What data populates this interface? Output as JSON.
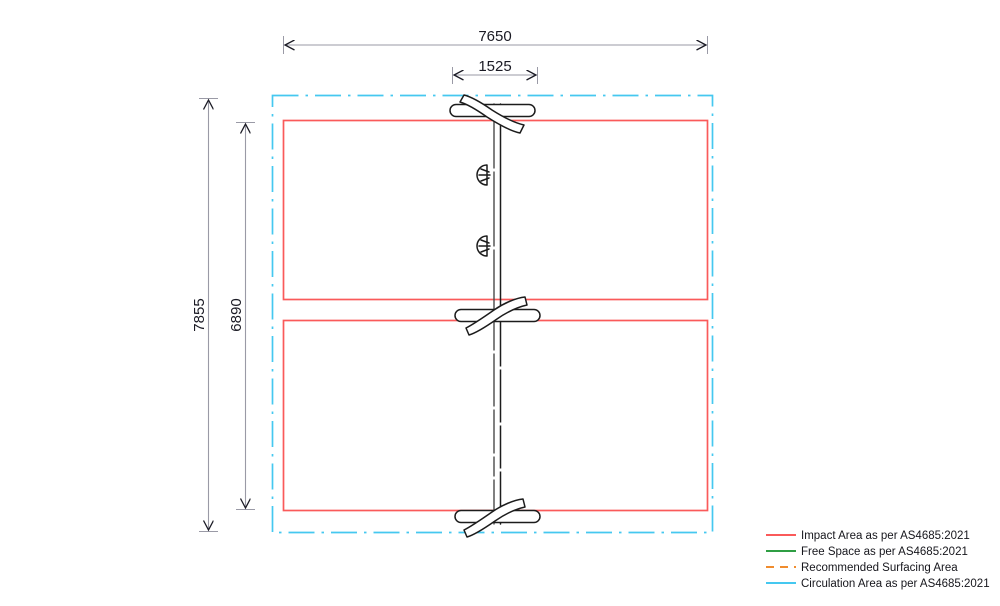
{
  "drawing": {
    "type": "playground-equipment-plan",
    "dimensions": {
      "overall_width": "7650",
      "equipment_width": "1525",
      "overall_height": "7855",
      "impact_height": "6890"
    },
    "colors": {
      "impact_area": "#fa5a5a",
      "free_space": "#2f9e44",
      "recommended_surfacing": "#f08c2e",
      "circulation_area": "#45c8f0",
      "dimension_line": "#9a9aa6",
      "dimension_text": "#1a1a24",
      "equipment_outline": "#1c1c1c",
      "equipment_fill": "#ffffff",
      "background": "#ffffff"
    }
  },
  "legend": {
    "items": [
      {
        "label": "Impact Area as per AS4685:2021",
        "color": "#fa5a5a",
        "style": "solid"
      },
      {
        "label": "Free Space as per AS4685:2021",
        "color": "#2f9e44",
        "style": "solid"
      },
      {
        "label": "Recommended Surfacing Area",
        "color": "#f08c2e",
        "style": "dashed"
      },
      {
        "label": "Circulation Area as per AS4685:2021",
        "color": "#45c8f0",
        "style": "solid"
      }
    ]
  }
}
